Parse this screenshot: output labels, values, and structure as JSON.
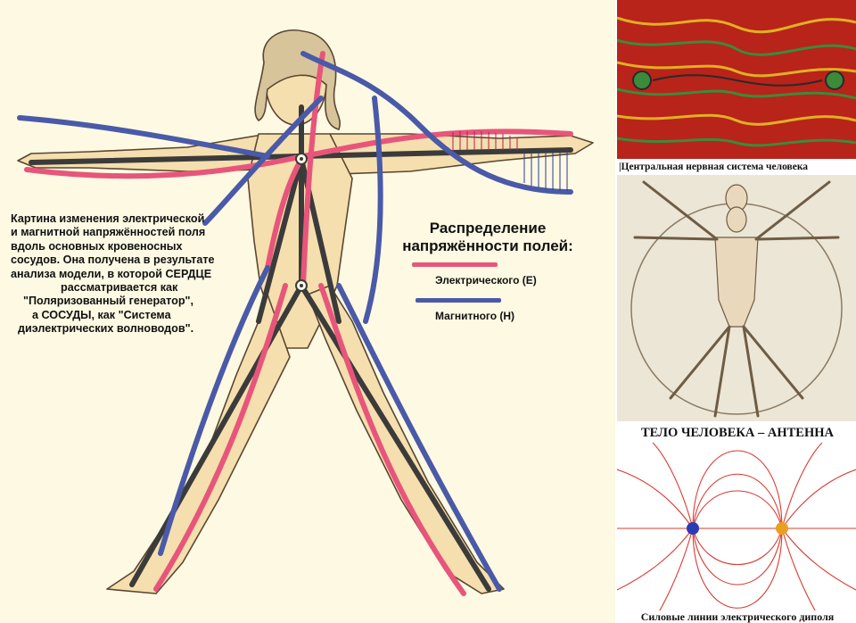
{
  "description_lines": [
    "Картина изменения электрической",
    "и магнитной напряжённостей поля",
    "вдоль  основных  кровеносных",
    "сосудов. Она получена в результате",
    "анализа модели, в которой СЕРДЦЕ",
    "рассматривается как",
    "\"Поляризованный генератор\",",
    "а СОСУДЫ,    как \"Система",
    "диэлектрических волноводов\"."
  ],
  "legend": {
    "title_line1": "Распределение",
    "title_line2": "напряжённости полей:",
    "electric_label": "Электрического    (E)",
    "magnetic_label": "Магнитного    (H)"
  },
  "side_panels": {
    "top_caption": "|Центральная нервная система человека",
    "middle_title": "ТЕЛО ЧЕЛОВЕКА – АНТЕННА",
    "bottom_caption": "Силовые линии электрического диполя"
  },
  "colors": {
    "electric": "#e8557a",
    "magnetic": "#4a5aa8",
    "skeleton": "#3b3b3b",
    "background": "#fdf9e3",
    "dipole_field": "#d93b32"
  },
  "icons": [
    "heart-node-icon",
    "pelvis-node-icon",
    "dipole-negative-icon",
    "dipole-positive-icon"
  ]
}
